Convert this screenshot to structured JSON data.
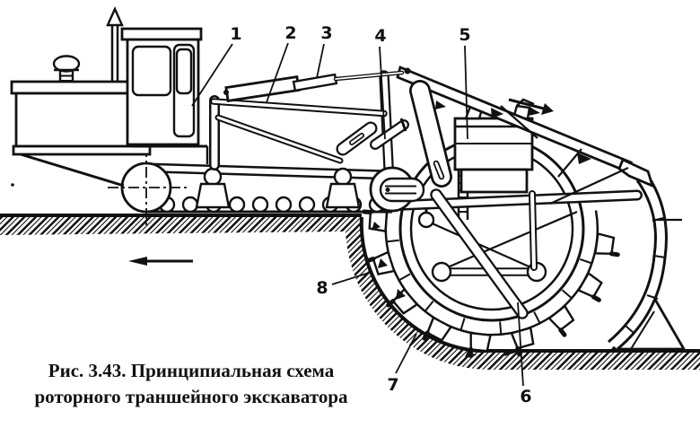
{
  "figure": {
    "caption": {
      "line1": "Рис. 3.43. Принципиальная схема",
      "line2": "роторного траншейного экскаватора"
    },
    "part_labels": [
      "1",
      "2",
      "3",
      "4",
      "5",
      "6",
      "7",
      "8"
    ],
    "colors": {
      "ink": "#111111",
      "background": "#ffffff"
    }
  }
}
